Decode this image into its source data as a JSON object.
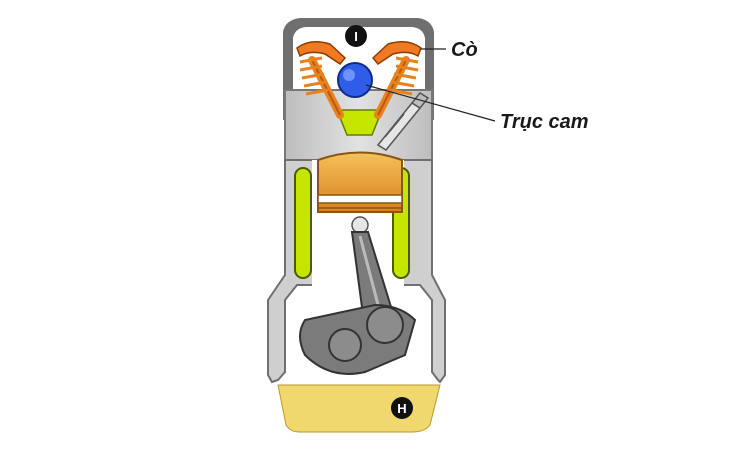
{
  "labels": {
    "rocker": "Cò",
    "camshaft": "Trục cam"
  },
  "badges": {
    "top": "I",
    "bottom": "H"
  },
  "colors": {
    "head_gray": "#c8c8c8",
    "body_gray": "#cfcfcf",
    "rocker_orange": "#f07a22",
    "cam_blue": "#2f5de8",
    "coolant_green": "#c6e600",
    "piston_orange": "#e6a32a",
    "oil_yellow": "#f0d76e",
    "crank_gray": "#7b7b7b",
    "badge_black": "#111111"
  }
}
